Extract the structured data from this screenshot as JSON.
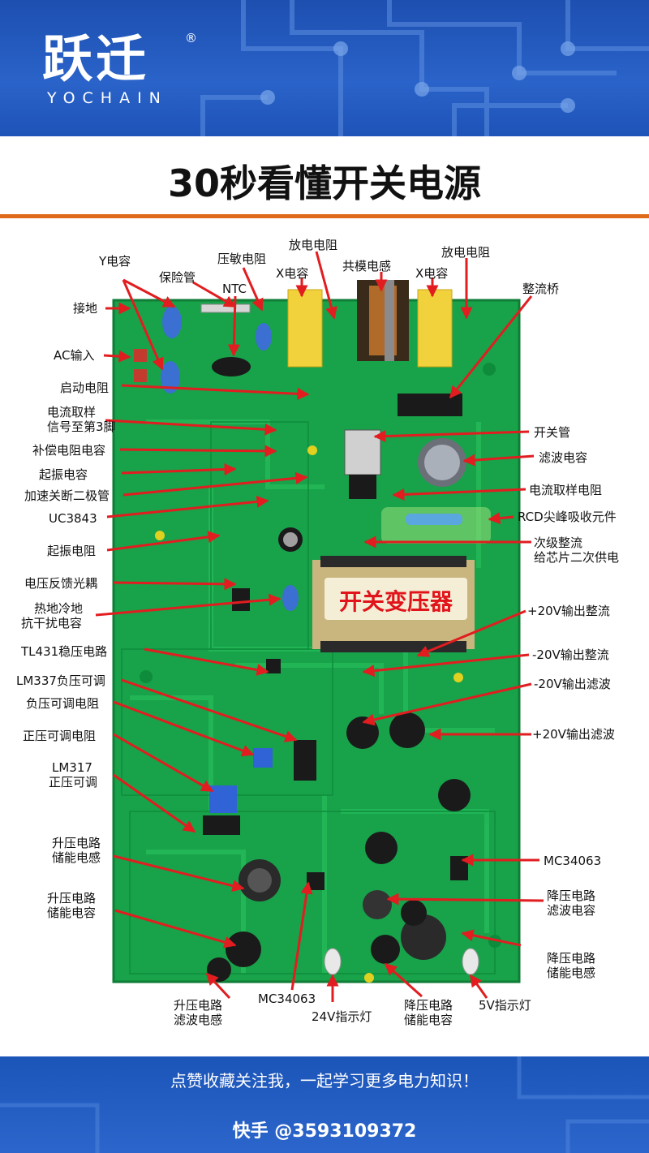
{
  "brand": {
    "logo_cn": "跃迁",
    "registered": "®",
    "logo_en": "YOCHAIN"
  },
  "title": "30秒看懂开关电源",
  "board_label": "开关变压器",
  "labels": {
    "y_cap": "Y电容",
    "fuse": "保险管",
    "varistor": "压敏电阻",
    "ntc": "NTC",
    "discharge_res_1": "放电电阻",
    "x_cap_1": "X电容",
    "common_mode": "共模电感",
    "x_cap_2": "X电容",
    "discharge_res_2": "放电电阻",
    "bridge": "整流桥",
    "ground": "接地",
    "ac_in": "AC输入",
    "start_res": "启动电阻",
    "cur_sample_1": "电流取样",
    "cur_sample_2": "信号至第3脚",
    "comp_rc": "补偿电阻电容",
    "osc_cap": "起振电容",
    "speedup_diode": "加速关断二极管",
    "uc3843": "UC3843",
    "osc_res": "起振电阻",
    "fb_opto": "电压反馈光耦",
    "hot_cold_1": "热地冷地",
    "hot_cold_2": "抗干扰电容",
    "tl431": "TL431稳压电路",
    "lm337": "LM337负压可调",
    "neg_adj_res": "负压可调电阻",
    "pos_adj_res": "正压可调电阻",
    "lm317_1": "LM317",
    "lm317_2": "正压可调",
    "boost_ind_1": "升压电路",
    "boost_ind_2": "储能电感",
    "boost_cap_1": "升压电路",
    "boost_cap_2": "储能电容",
    "boost_filter_1": "升压电路",
    "boost_filter_2": "滤波电感",
    "mc34063_left": "MC34063",
    "led_24v": "24V指示灯",
    "buck_cap_1": "降压电路",
    "buck_cap_2": "储能电容",
    "led_5v": "5V指示灯",
    "switch_tube": "开关管",
    "filter_cap": "滤波电容",
    "cur_sample_res": "电流取样电阻",
    "rcd": "RCD尖峰吸收元件",
    "secondary_1": "次级整流",
    "secondary_2": "给芯片二次供电",
    "p20_rect": "+20V输出整流",
    "n20_rect": "-20V输出整流",
    "n20_filter": "-20V输出滤波",
    "p20_filter": "+20V输出滤波",
    "mc34063_right": "MC34063",
    "buck_filter_1": "降压电路",
    "buck_filter_2": "滤波电容",
    "buck_ind_1": "降压电路",
    "buck_ind_2": "储能电感"
  },
  "footer": {
    "line1": "点赞收藏关注我，一起学习更多电力知识！",
    "line2": "快手 @3593109372"
  },
  "colors": {
    "pcb": "#17a34a",
    "arrow": "#e11d20",
    "header_blue": "#2460c4",
    "accent_orange": "#e06a1b"
  }
}
